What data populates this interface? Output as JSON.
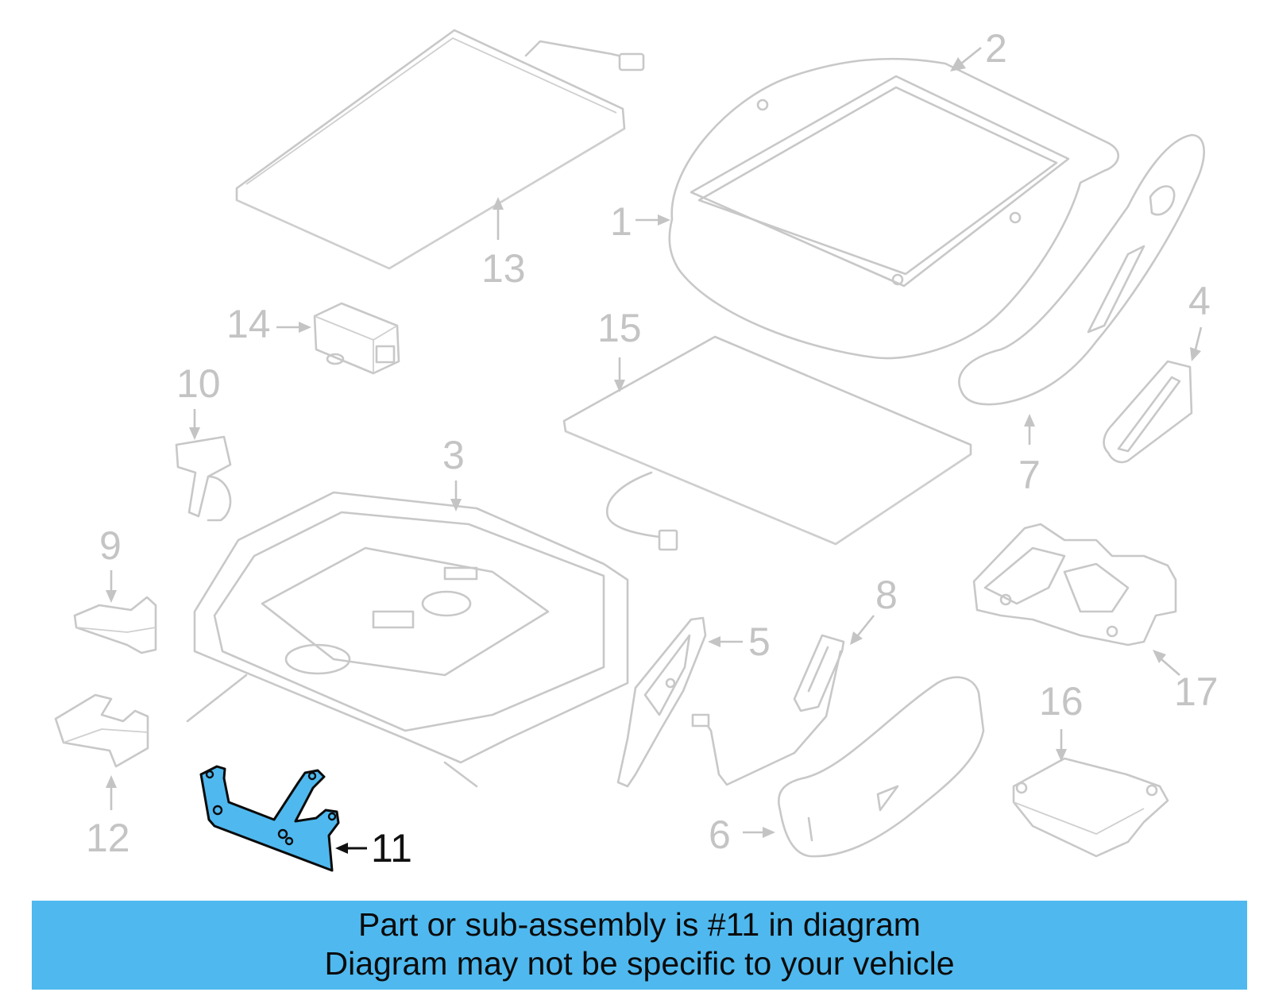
{
  "callouts": {
    "c1": "1",
    "c2": "2",
    "c3": "3",
    "c4": "4",
    "c5": "5",
    "c6": "6",
    "c7": "7",
    "c8": "8",
    "c9": "9",
    "c10": "10",
    "c11": "11",
    "c12": "12",
    "c13": "13",
    "c14": "14",
    "c15": "15",
    "c16": "16",
    "c17": "17"
  },
  "highlighted_part": "11",
  "colors": {
    "highlight": "#4fb9ef",
    "parts": "#c8c8c8",
    "labels": "#c4c4c4",
    "active_label": "#111111"
  },
  "banner": {
    "line1": "Part or sub-assembly is #11 in diagram",
    "line2": "Diagram may not be specific to your vehicle"
  }
}
